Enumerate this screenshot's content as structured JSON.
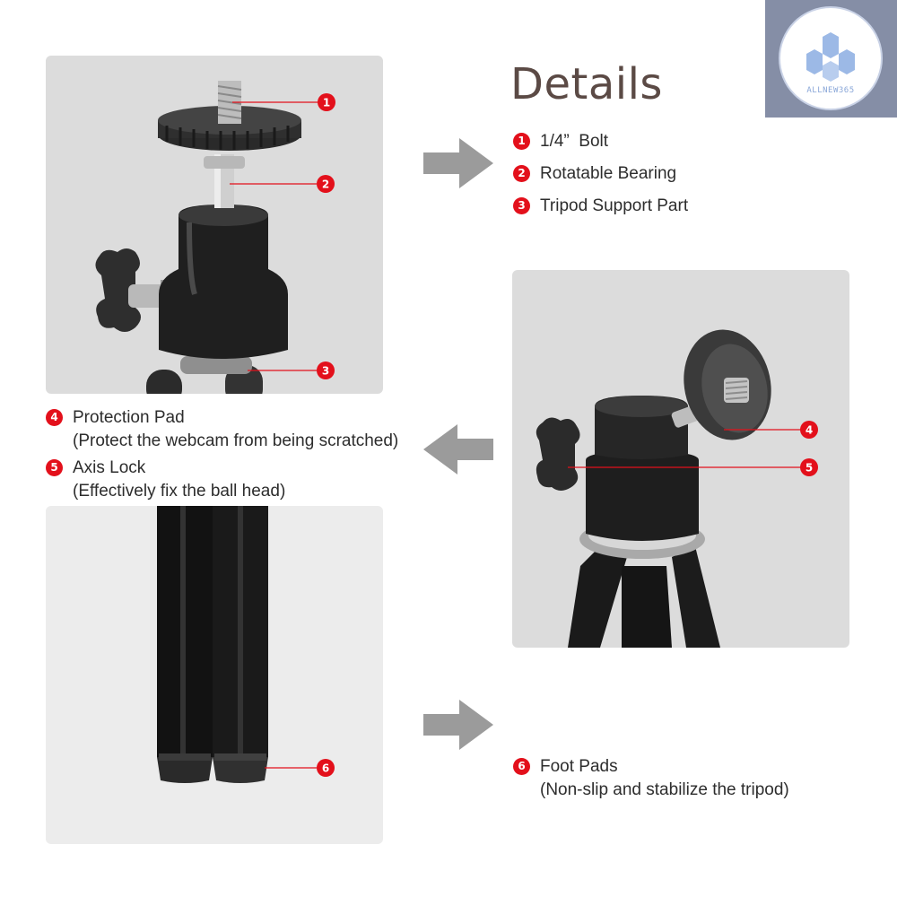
{
  "logo": {
    "brand_text": "ALLNEW365",
    "accent_color": "#8aa7d8"
  },
  "title": "Details",
  "accent_color": "#e3101b",
  "group_top": [
    {
      "num": "1",
      "label": "1/4”  Bolt"
    },
    {
      "num": "2",
      "label": "Rotatable Bearing"
    },
    {
      "num": "3",
      "label": "Tripod Support Part"
    }
  ],
  "group_mid": [
    {
      "num": "4",
      "label": "Protection Pad",
      "note": "(Protect the webcam from being scratched)"
    },
    {
      "num": "5",
      "label": "Axis Lock",
      "note": "(Effectively fix the ball head)"
    }
  ],
  "group_bot": [
    {
      "num": "6",
      "label": "Foot Pads",
      "note": "(Non-slip and stabilize the tripod)"
    }
  ],
  "arrows": [
    "right",
    "left",
    "right"
  ]
}
